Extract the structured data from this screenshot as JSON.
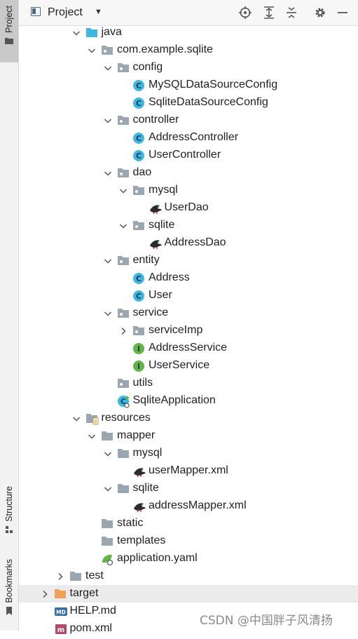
{
  "side_tabs": {
    "project": "Project",
    "structure": "Structure",
    "bookmarks": "Bookmarks"
  },
  "header": {
    "title": "Project"
  },
  "toolbar": [
    "target-icon",
    "expand-all-icon",
    "collapse-all-icon",
    "gear-icon",
    "minimize-icon"
  ],
  "tree": [
    {
      "label": "java",
      "icon": "folder-source",
      "expanded": true
    },
    {
      "label": "com.example.sqlite",
      "icon": "package",
      "expanded": true
    },
    {
      "label": "config",
      "icon": "package",
      "expanded": true
    },
    {
      "label": "MySQLDataSourceConfig",
      "icon": "class"
    },
    {
      "label": "SqliteDataSourceConfig",
      "icon": "class"
    },
    {
      "label": "controller",
      "icon": "package",
      "expanded": true
    },
    {
      "label": "AddressController",
      "icon": "class"
    },
    {
      "label": "UserController",
      "icon": "class"
    },
    {
      "label": "dao",
      "icon": "package",
      "expanded": true
    },
    {
      "label": "mysql",
      "icon": "package",
      "expanded": true
    },
    {
      "label": "UserDao",
      "icon": "mybatis"
    },
    {
      "label": "sqlite",
      "icon": "package",
      "expanded": true
    },
    {
      "label": "AddressDao",
      "icon": "mybatis"
    },
    {
      "label": "entity",
      "icon": "package",
      "expanded": true
    },
    {
      "label": "Address",
      "icon": "class"
    },
    {
      "label": "User",
      "icon": "class"
    },
    {
      "label": "service",
      "icon": "package",
      "expanded": true
    },
    {
      "label": "serviceImp",
      "icon": "package",
      "expanded": false
    },
    {
      "label": "AddressService",
      "icon": "interface"
    },
    {
      "label": "UserService",
      "icon": "interface"
    },
    {
      "label": "utils",
      "icon": "package"
    },
    {
      "label": "SqliteApplication",
      "icon": "spring-class"
    },
    {
      "label": "resources",
      "icon": "folder-resources",
      "expanded": true
    },
    {
      "label": "mapper",
      "icon": "folder",
      "expanded": true
    },
    {
      "label": "mysql",
      "icon": "folder",
      "expanded": true
    },
    {
      "label": "userMapper.xml",
      "icon": "mybatis-xml"
    },
    {
      "label": "sqlite",
      "icon": "folder",
      "expanded": true
    },
    {
      "label": "addressMapper.xml",
      "icon": "mybatis-xml"
    },
    {
      "label": "static",
      "icon": "folder"
    },
    {
      "label": "templates",
      "icon": "folder"
    },
    {
      "label": "application.yaml",
      "icon": "spring-yaml"
    },
    {
      "label": "test",
      "icon": "folder",
      "expanded": false
    },
    {
      "label": "target",
      "icon": "folder-excluded",
      "expanded": false,
      "selected": true
    },
    {
      "label": "HELP.md",
      "icon": "markdown"
    },
    {
      "label": "pom.xml",
      "icon": "maven"
    }
  ],
  "watermark": "CSDN @中国胖子风清扬",
  "colors": {
    "class_icon": "#40b6e0",
    "interface_icon": "#62b543",
    "folder": "#9aa7b0",
    "source_folder": "#40b6e0",
    "excluded_folder": "#f0a058",
    "selection": "#ececec"
  }
}
